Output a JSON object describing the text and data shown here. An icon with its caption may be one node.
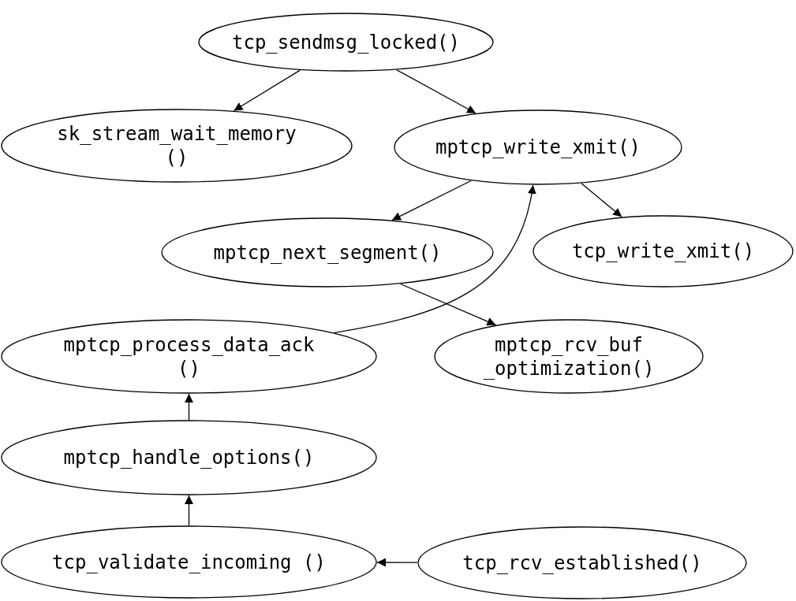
{
  "diagram": {
    "nodes": [
      {
        "text": [
          "tcp_sendmsg_locked()"
        ]
      },
      {
        "text": [
          "sk_stream_wait_memory ()"
        ]
      },
      {
        "text": [
          "mptcp_write_xmit()"
        ]
      },
      {
        "text": [
          "mptcp_next_segment()"
        ]
      },
      {
        "text": [
          "tcp_write_xmit()"
        ]
      },
      {
        "text": [
          "mptcp_process_data_ack ()"
        ]
      },
      {
        "text": [
          "mptcp_rcv_buf _optimization()"
        ]
      },
      {
        "text": [
          "mptcp_handle_options()"
        ]
      },
      {
        "text": [
          "tcp_validate_incoming ()"
        ]
      },
      {
        "text": [
          "tcp_rcv_established()"
        ]
      }
    ],
    "edges": [
      {
        "from": 0,
        "to": 1,
        "arrow": "to"
      },
      {
        "from": 0,
        "to": 2,
        "arrow": "to"
      },
      {
        "from": 2,
        "to": 3,
        "arrow": "to"
      },
      {
        "from": 2,
        "to": 4,
        "arrow": "to"
      },
      {
        "from": 3,
        "to": 6,
        "arrow": "to"
      },
      {
        "from": 5,
        "to": 2,
        "arrow": "to"
      },
      {
        "from": 7,
        "to": 5,
        "arrow": "to"
      },
      {
        "from": 8,
        "to": 7,
        "arrow": "to"
      },
      {
        "from": 9,
        "to": 8,
        "arrow": "to"
      }
    ]
  }
}
